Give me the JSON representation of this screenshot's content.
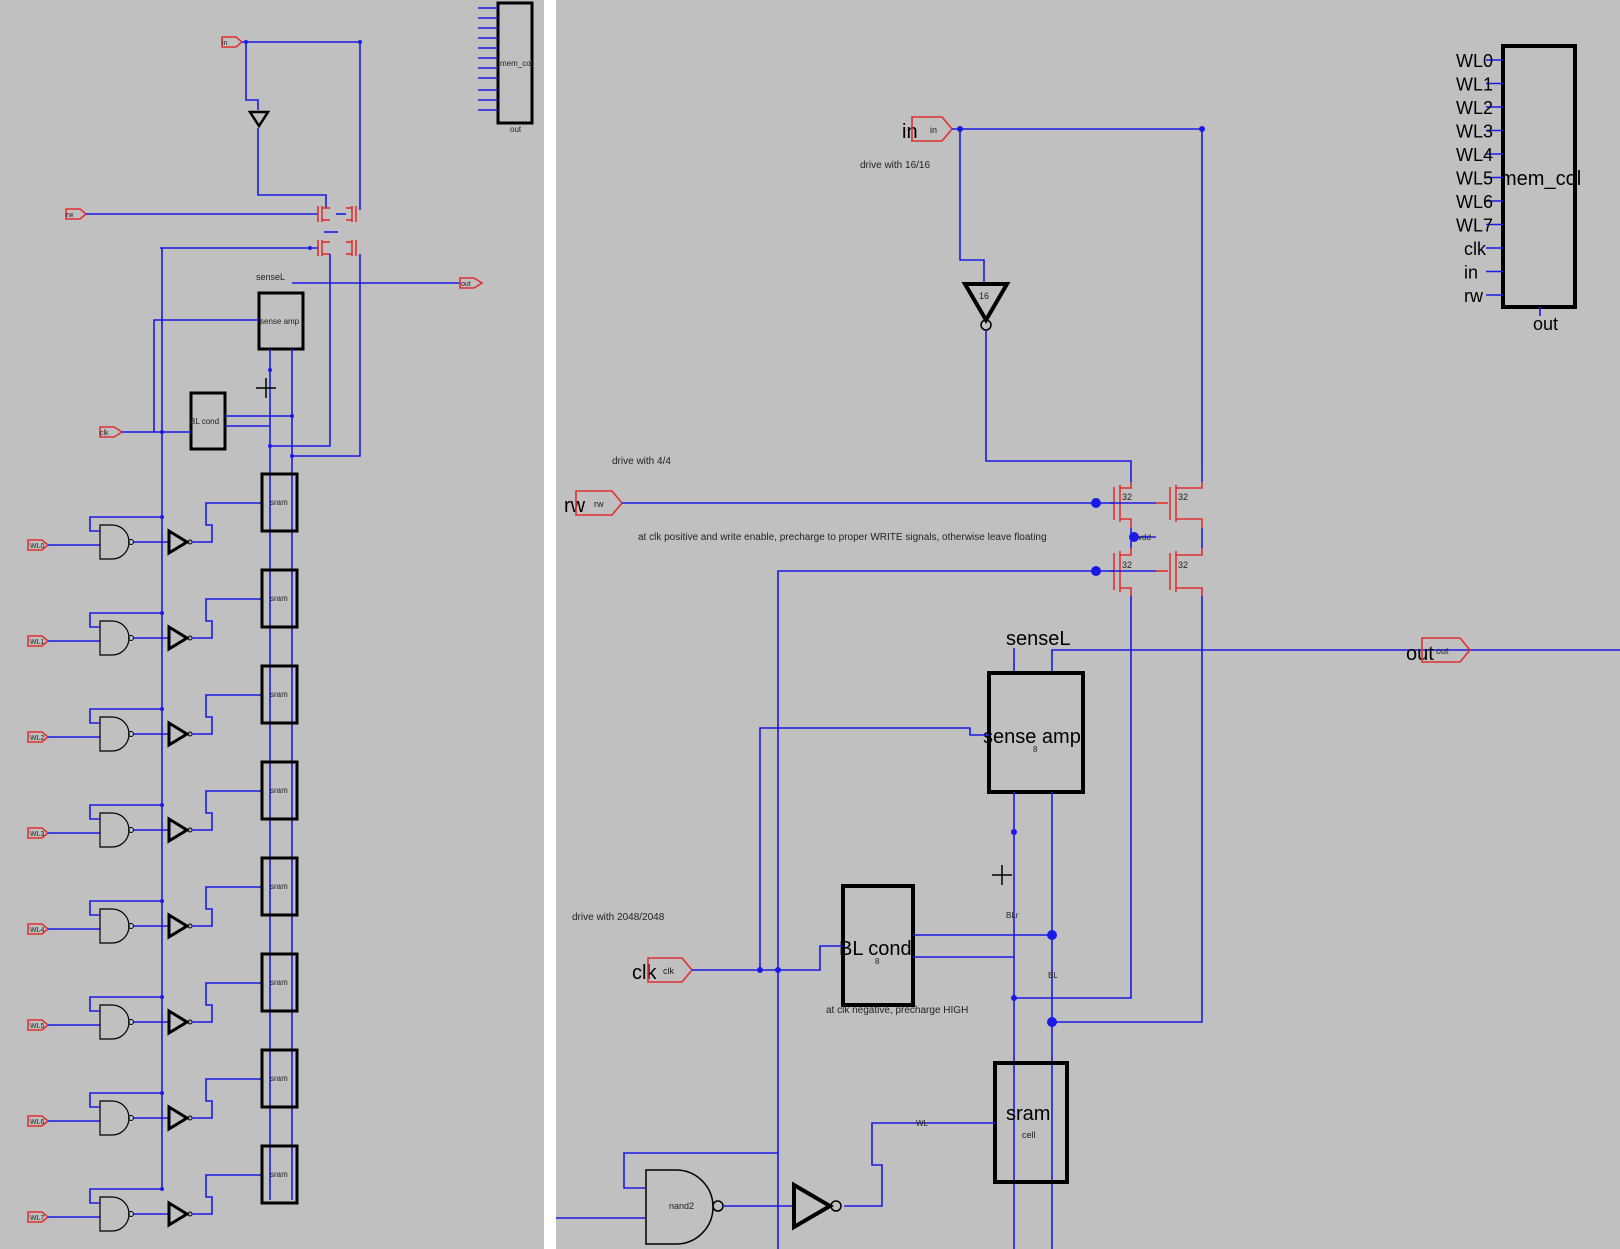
{
  "colors": {
    "background": "#c0c0c0",
    "wire": "#1a1ae6",
    "port": "#e03030",
    "outline": "#000000",
    "separator": "#ffffff"
  },
  "overview": {
    "ports": {
      "in": "in",
      "rw": "rw",
      "clk": "clk",
      "out": "out"
    },
    "wl_labels": [
      "WL0",
      "WL1",
      "WL2",
      "WL3",
      "WL4",
      "WL5",
      "WL6",
      "WL7"
    ],
    "senseL_label": "senseL",
    "sense_amp_label": "sense amp",
    "bl_cond_label": "BL cond",
    "sram_label": "sram",
    "symbol_label": "mem_col",
    "symbol_out": "out"
  },
  "detail": {
    "port_in_outer": "in",
    "port_in_inner": "in",
    "port_rw_outer": "rw",
    "port_rw_inner": "rw",
    "port_clk_outer": "clk",
    "port_clk_inner": "clk",
    "port_out_outer": "out",
    "port_out_inner": "out",
    "note_in": "drive with 16/16",
    "note_rw": "drive with 4/4",
    "note_write": "at clk positive and write enable, precharge to proper WRITE signals, otherwise leave floating",
    "note_clk": "drive with 2048/2048",
    "note_blcond": "at clk negative, precharge HIGH",
    "inverter_size": "16",
    "transistor_size": "32",
    "net_label": "vdd",
    "senseL_label": "senseL",
    "sense_amp_label": "sense amp",
    "sense_amp_sub": "8",
    "bl_cond_label": "BL cond",
    "bl_cond_sub": "8",
    "blr_label": "BLr",
    "bl_label": "BL",
    "wl_label": "WL",
    "sram_label": "sram",
    "sram_sub": "cell",
    "nand_label": "nand2"
  },
  "symbol": {
    "title": "mem_col",
    "pins": [
      "WL0",
      "WL1",
      "WL2",
      "WL3",
      "WL4",
      "WL5",
      "WL6",
      "WL7",
      "clk",
      "in",
      "rw"
    ],
    "out": "out"
  }
}
